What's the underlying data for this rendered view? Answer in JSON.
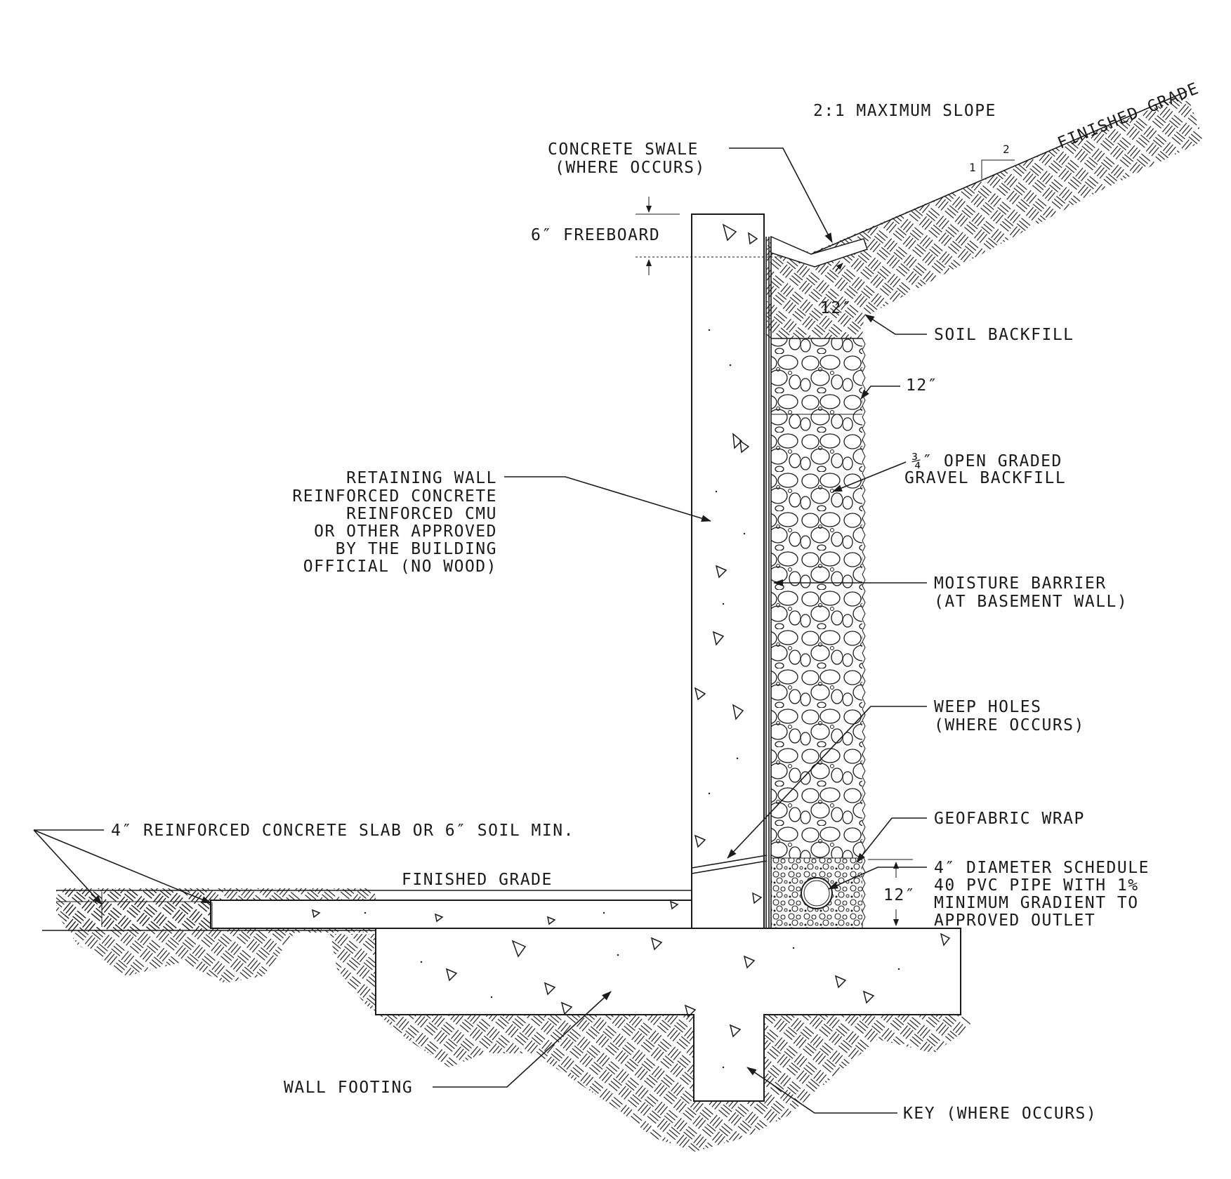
{
  "colors": {
    "ink": "#1a1a1a",
    "paper": "#ffffff"
  },
  "labels": {
    "max_slope": "2:1 MAXIMUM SLOPE",
    "finished_grade_top": "FINISHED GRADE",
    "slope_run": "2",
    "slope_rise": "1",
    "concrete_swale_1": "CONCRETE SWALE",
    "concrete_swale_2": "(WHERE OCCURS)",
    "freeboard": "6″ FREEBOARD",
    "dim_12_swale": "12″",
    "soil_backfill": "SOIL BACKFILL",
    "dim_12_gravel": "12″",
    "gravel_1": "¾″ OPEN GRADED",
    "gravel_2": "GRAVEL BACKFILL",
    "retaining_wall": [
      "RETAINING WALL",
      "REINFORCED CONCRETE",
      "REINFORCED CMU",
      "OR OTHER APPROVED",
      "BY THE BUILDING",
      "OFFICIAL (NO WOOD)"
    ],
    "moisture_1": "MOISTURE BARRIER",
    "moisture_2": "(AT BASEMENT WALL)",
    "weep_1": "WEEP HOLES",
    "weep_2": "(WHERE OCCURS)",
    "geofabric": "GEOFABRIC WRAP",
    "pipe": [
      "4″ DIAMETER SCHEDULE",
      "40 PVC PIPE WITH 1%",
      "MINIMUM GRADIENT TO",
      "APPROVED OUTLET"
    ],
    "dim_12_pipe": "12″",
    "slab": "4″ REINFORCED CONCRETE SLAB OR 6″ SOIL MIN.",
    "finished_grade_bottom": "FINISHED GRADE",
    "wall_footing": "WALL FOOTING",
    "key": "KEY (WHERE OCCURS)"
  }
}
